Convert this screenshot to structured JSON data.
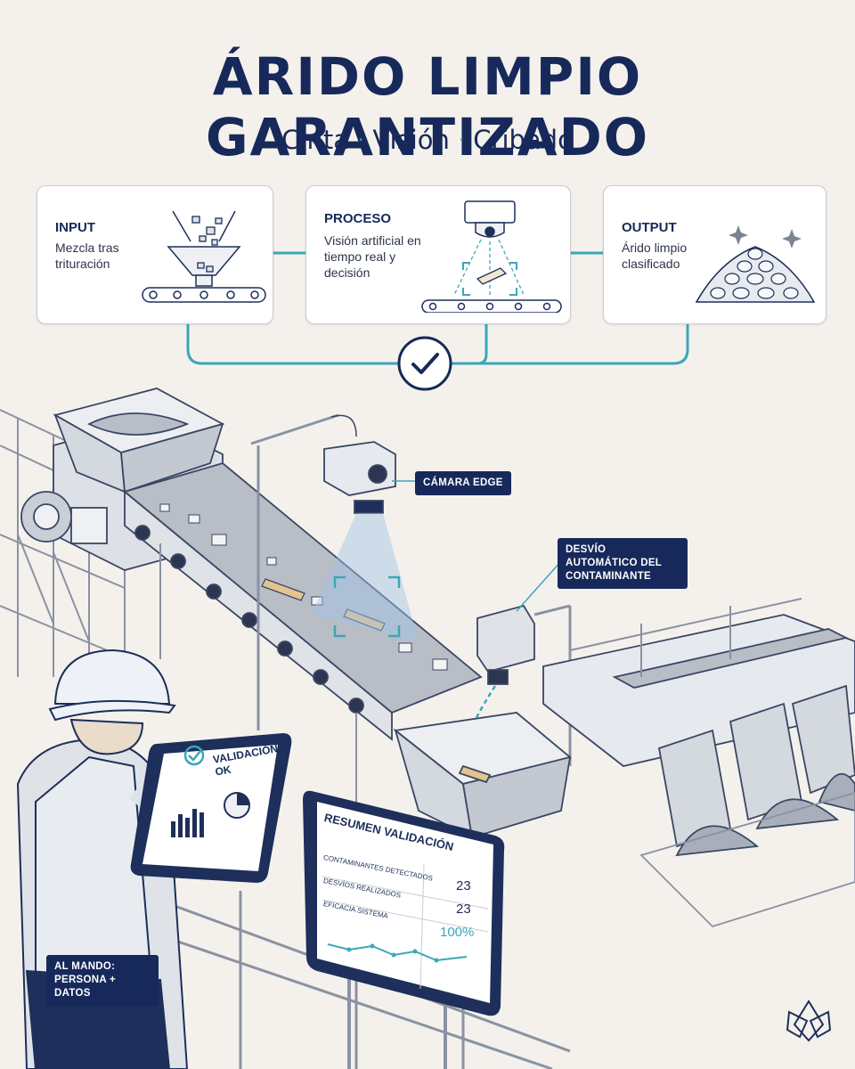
{
  "header": {
    "title": "ÁRIDO LIMPIO GARANTIZADO",
    "subtitle_parts": [
      "Cinta",
      "Visión",
      "Cribado"
    ],
    "separator": "·"
  },
  "cards": [
    {
      "label": "INPUT",
      "desc": "Mezcla tras trituración",
      "icon": "hopper-conveyor-icon"
    },
    {
      "label": "PROCESO",
      "desc": "Visión artificial en tiempo real y decisión",
      "icon": "camera-conveyor-icon"
    },
    {
      "label": "OUTPUT",
      "desc": "Árido limpio clasificado",
      "icon": "aggregate-pile-icon"
    }
  ],
  "flow": {
    "check_icon": "check-icon"
  },
  "scene": {
    "camera_label": "CÁMARA EDGE",
    "diverter_label": "DESVÍO AUTOMÁTICO DEL CONTAMINANTE",
    "operator_label": "AL MANDO: PERSONA + DATOS",
    "tablet": {
      "status": "VALIDACIÓN OK"
    },
    "summary_panel": {
      "title": "RESUMEN VALIDACIÓN",
      "rows": [
        {
          "label": "CONTAMINANTES DETECTADOS",
          "value": "23"
        },
        {
          "label": "DESVÍOS REALIZADOS",
          "value": "23"
        },
        {
          "label": "EFICACIA SISTEMA",
          "value": "100%"
        }
      ]
    }
  },
  "colors": {
    "navy": "#17295a",
    "teal": "#3aa7b6",
    "background": "#f4f1ec"
  },
  "logo": "brand-logo-icon"
}
